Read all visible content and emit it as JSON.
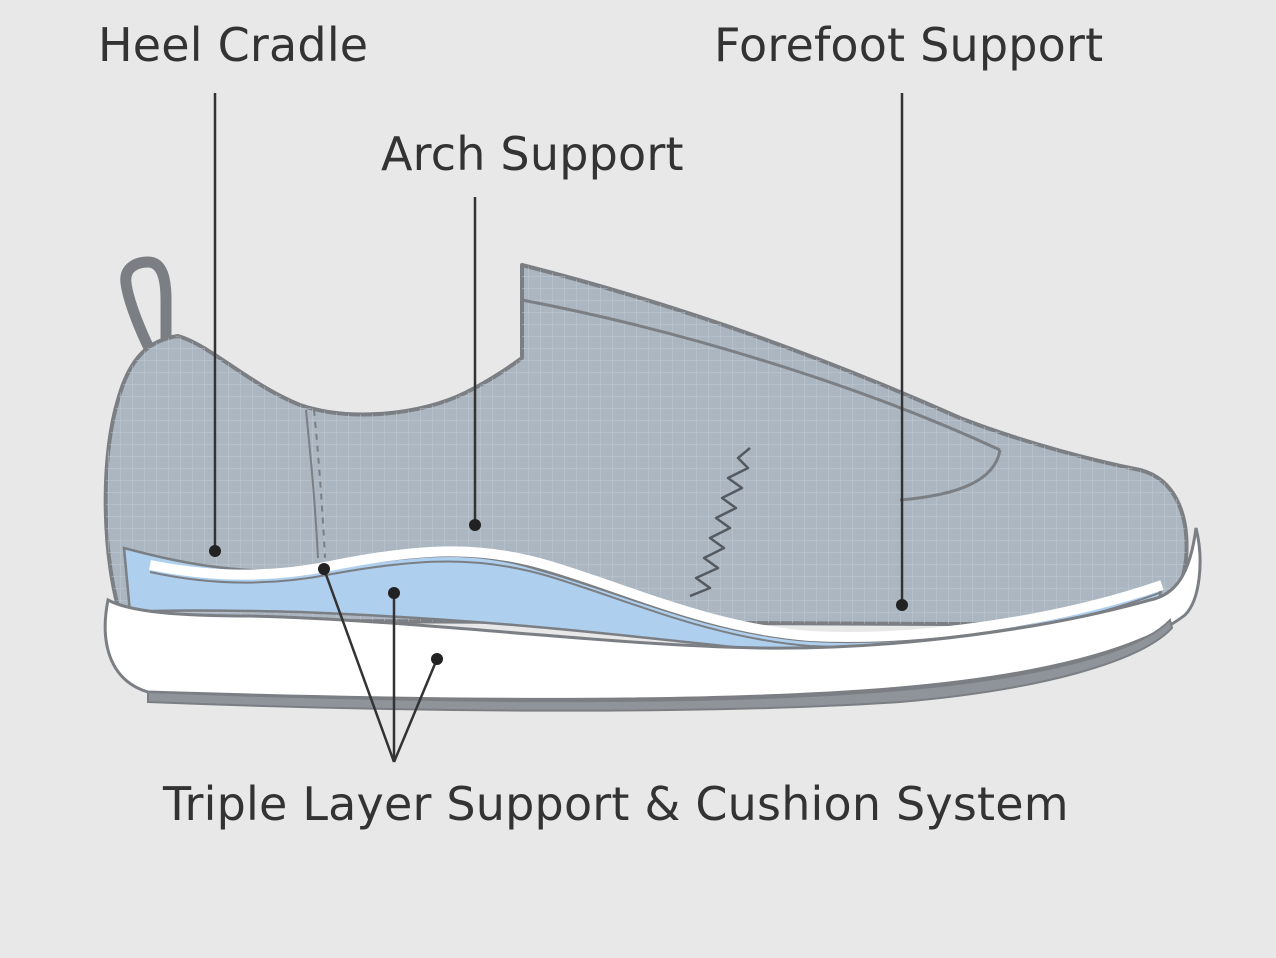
{
  "labels": {
    "heel": "Heel Cradle",
    "arch": "Arch Support",
    "forefoot": "Forefoot Support",
    "triple": "Triple Layer Support & Cushion System"
  },
  "colors": {
    "background": "#e8e8e8",
    "outline": "#7b7f84",
    "upper": "#abb6c1",
    "sole": "#ffffff",
    "insole": "#aecfee",
    "leader": "#333333"
  }
}
